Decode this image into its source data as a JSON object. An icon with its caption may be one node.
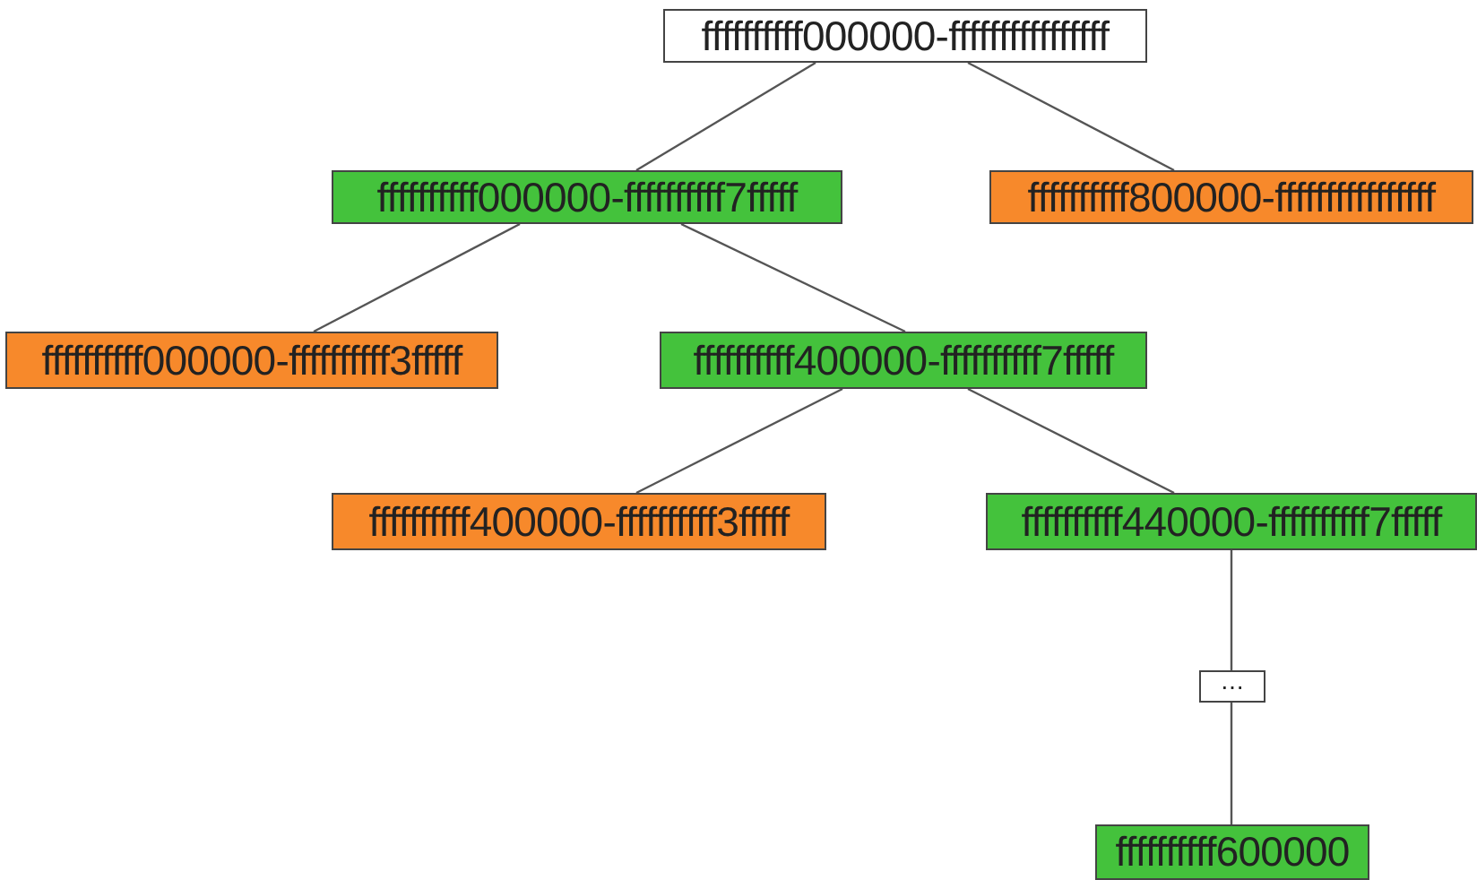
{
  "diagram": {
    "nodes": [
      {
        "text": [
          "ffffffffff000000-ffffffffffffffff"
        ]
      },
      {
        "text": [
          "ffffffffff000000-ffffffffff7fffff"
        ]
      },
      {
        "text": [
          "ffffffffff800000-ffffffffffffffff"
        ]
      },
      {
        "text": [
          "ffffffffff000000-ffffffffff3fffff"
        ]
      },
      {
        "text": [
          "ffffffffff400000-ffffffffff7fffff"
        ]
      },
      {
        "text": [
          "ffffffffff400000-ffffffffff3fffff"
        ]
      },
      {
        "text": [
          "ffffffffff440000-ffffffffff7fffff"
        ]
      },
      {
        "text": [
          "⋯"
        ]
      },
      {
        "text": [
          "ffffffffff600000"
        ]
      }
    ],
    "edges": [
      {
        "from": 0,
        "to": 1,
        "arrow": "none"
      },
      {
        "from": 0,
        "to": 2,
        "arrow": "none"
      },
      {
        "from": 1,
        "to": 3,
        "arrow": "none"
      },
      {
        "from": 1,
        "to": 4,
        "arrow": "none"
      },
      {
        "from": 4,
        "to": 5,
        "arrow": "none"
      },
      {
        "from": 4,
        "to": 6,
        "arrow": "none"
      },
      {
        "from": 6,
        "to": 7,
        "arrow": "none"
      },
      {
        "from": 7,
        "to": 8,
        "arrow": "none"
      }
    ]
  }
}
